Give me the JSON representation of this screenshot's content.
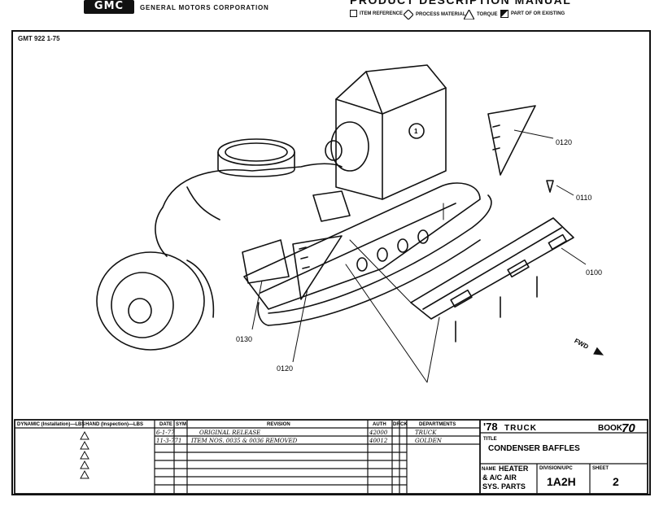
{
  "header": {
    "logo": "GMC",
    "corporation": "GENERAL MOTORS CORPORATION",
    "manual_title": "PRODUCT DESCRIPTION MANUAL",
    "legend": [
      {
        "icon": "square-icon",
        "label": "ITEM REFERENCE"
      },
      {
        "icon": "diamond-icon",
        "label": "PROCESS MATERIAL"
      },
      {
        "icon": "triangle-icon",
        "label": "TORQUE"
      },
      {
        "icon": "half-filled-square-icon",
        "label": "PART OF OR EXISTING"
      }
    ]
  },
  "form_number": "GMT 922 1-75",
  "drawing": {
    "item_reference": "1",
    "callouts": [
      "0120",
      "0110",
      "0100",
      "0130",
      "0120"
    ],
    "direction": "FWD"
  },
  "title_block": {
    "headers": {
      "dynamic": "DYNAMIC (Installation)—LBS",
      "hand": "HAND (Inspection)—LBS",
      "date": "DATE",
      "sym": "SYM",
      "revision": "REVISION",
      "auth": "AUTH",
      "dr": "DR",
      "ck": "CK",
      "departments": "DEPARTMENTS"
    },
    "revisions": [
      {
        "date": "6-1-77",
        "sym": "",
        "revision": "ORIGINAL RELEASE",
        "auth": "42000",
        "dr": "",
        "ck": ""
      },
      {
        "date": "11-3-77",
        "sym": "1",
        "revision": "ITEM NOS. 0035 & 0036 REMOVED",
        "auth": "40012",
        "dr": "",
        "ck": ""
      }
    ],
    "departments": [
      "TRUCK",
      "GOLDEN"
    ],
    "year": "'78",
    "product": "TRUCK",
    "book_label": "BOOK",
    "book_number": "70",
    "title_label": "TITLE",
    "title": "CONDENSER BAFFLES",
    "name_label": "NAME",
    "name_lines": [
      "HEATER",
      "& A/C AIR",
      "SYS. PARTS"
    ],
    "division_label": "DIVISION/UPC",
    "division": "1A2H",
    "sheet_label": "SHEET",
    "sheet": "2"
  }
}
